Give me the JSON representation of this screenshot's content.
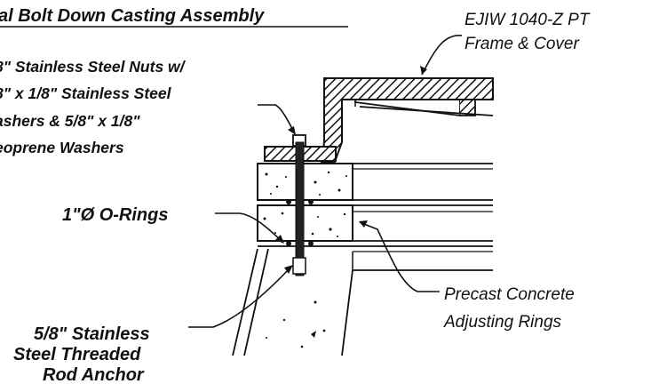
{
  "title": "al Bolt Down Casting Assembly",
  "labels": {
    "frame_cover": [
      "EJIW 1040-Z PT",
      "Frame & Cover"
    ],
    "nuts_washers": [
      "8\" Stainless Steel Nuts w/",
      "8\" x 1/8\" Stainless Steel",
      "ashers & 5/8\" x 1/8\"",
      "eoprene Washers"
    ],
    "o_rings": "1\"Ø O-Rings",
    "adjusting_rings": [
      "Precast Concrete",
      "Adjusting Rings"
    ],
    "threaded_rod": [
      "5/8\" Stainless",
      "Steel Threaded",
      "Rod Anchor"
    ]
  },
  "colors": {
    "line": "#111111",
    "background": "#ffffff"
  }
}
